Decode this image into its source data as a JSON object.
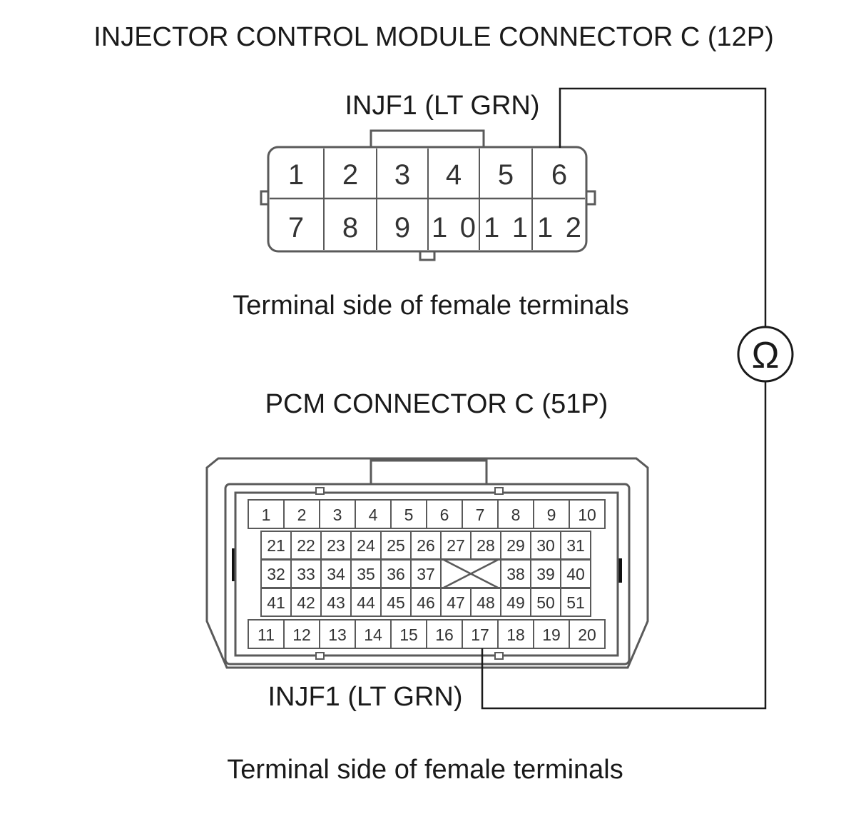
{
  "icm_connector": {
    "title": "INJECTOR CONTROL MODULE CONNECTOR C (12P)",
    "wire_label": "INJF1 (LT GRN)",
    "caption": "Terminal side of female terminals",
    "rows": [
      [
        "1",
        "2",
        "3",
        "4",
        "5",
        "6"
      ],
      [
        "7",
        "8",
        "9",
        "10",
        "11",
        "12"
      ]
    ]
  },
  "pcm_connector": {
    "title": "PCM CONNECTOR C (51P)",
    "wire_label": "INJF1 (LT GRN)",
    "caption": "Terminal side of female terminals",
    "top_row": [
      "1",
      "2",
      "3",
      "4",
      "5",
      "6",
      "7",
      "8",
      "9",
      "10"
    ],
    "row_b": [
      "21",
      "22",
      "23",
      "24",
      "25",
      "26",
      "27",
      "28",
      "29",
      "30",
      "31"
    ],
    "row_c_left": [
      "32",
      "33",
      "34",
      "35",
      "36",
      "37"
    ],
    "row_c_right": [
      "38",
      "39",
      "40"
    ],
    "row_d": [
      "41",
      "42",
      "43",
      "44",
      "45",
      "46",
      "47",
      "48",
      "49",
      "50",
      "51"
    ],
    "bottom_row": [
      "11",
      "12",
      "13",
      "14",
      "15",
      "16",
      "17",
      "18",
      "19",
      "20"
    ]
  },
  "meter": {
    "symbol": "Ω",
    "icon": "ohmmeter-icon"
  }
}
